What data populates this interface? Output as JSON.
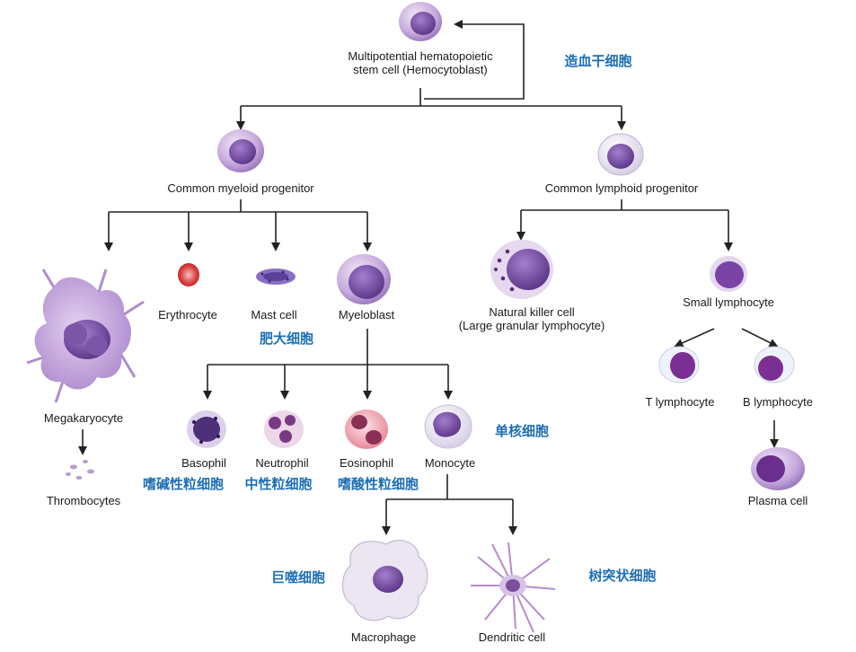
{
  "colors": {
    "chinese_label": "#1e6fb3",
    "cell_purple": "#8e62b0",
    "nucleus": "#4f2a78",
    "line": "#222222"
  },
  "cells": {
    "stem": {
      "label": [
        "Multipotential hematopoietic",
        "stem cell (Hemocytoblast)"
      ],
      "cn": "造血干细胞"
    },
    "myeloid": {
      "label": [
        "Common myeloid progenitor"
      ]
    },
    "lymphoid": {
      "label": [
        "Common lymphoid progenitor"
      ]
    },
    "megakaryocyte": {
      "label": [
        "Megakaryocyte"
      ]
    },
    "thrombocytes": {
      "label": [
        "Thrombocytes"
      ]
    },
    "erythrocyte": {
      "label": [
        "Erythrocyte"
      ]
    },
    "mast": {
      "label": [
        "Mast cell"
      ],
      "cn": "肥大细胞"
    },
    "myeloblast": {
      "label": [
        "Myeloblast"
      ]
    },
    "basophil": {
      "label": [
        "Basophil"
      ],
      "cn": "嗜碱性粒细胞"
    },
    "neutrophil": {
      "label": [
        "Neutrophil"
      ],
      "cn": "中性粒细胞"
    },
    "eosinophil": {
      "label": [
        "Eosinophil"
      ],
      "cn": "嗜酸性粒细胞"
    },
    "monocyte": {
      "label": [
        "Monocyte"
      ],
      "cn": "单核细胞"
    },
    "macrophage": {
      "label": [
        "Macrophage"
      ],
      "cn": "巨噬细胞"
    },
    "dendritic": {
      "label": [
        "Dendritic cell"
      ],
      "cn": "树突状细胞"
    },
    "nk": {
      "label": [
        "Natural killer cell",
        "(Large granular lymphocyte)"
      ]
    },
    "small_lymph": {
      "label": [
        "Small lymphocyte"
      ]
    },
    "t_lymph": {
      "label": [
        "T lymphocyte"
      ]
    },
    "b_lymph": {
      "label": [
        "B lymphocyte"
      ]
    },
    "plasma": {
      "label": [
        "Plasma cell"
      ]
    }
  }
}
